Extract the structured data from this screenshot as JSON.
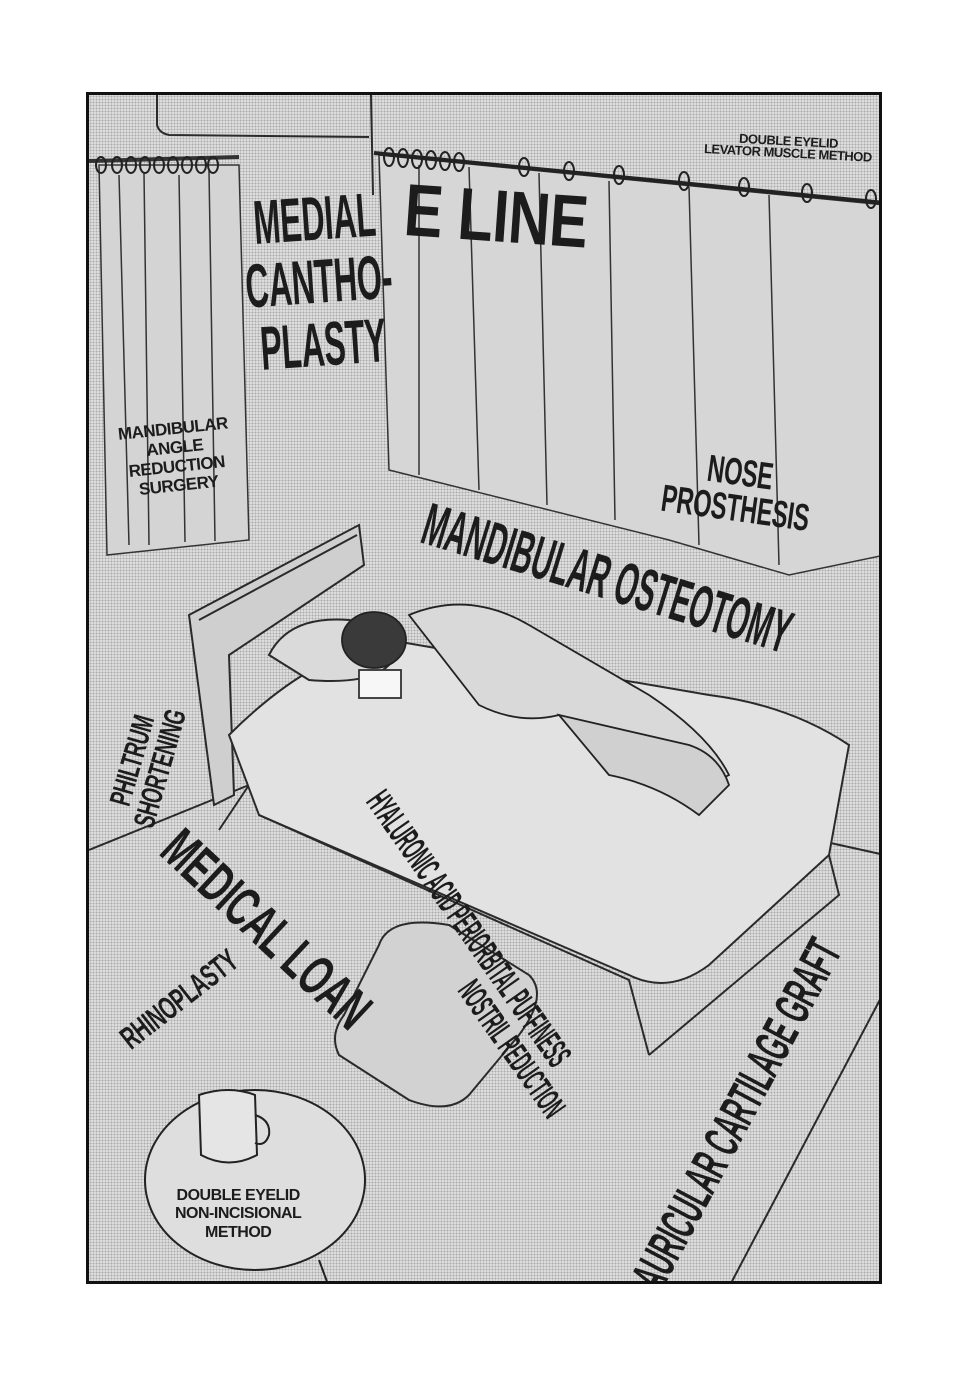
{
  "labels": {
    "double_eyelid_levator": "DOUBLE EYELID\nLEVATOR MUSCLE METHOD",
    "e_line": "E LINE",
    "medial_canthoplasty": "MEDIAL\nCANTHO-\nPLASTY",
    "mandibular_angle_reduction": "MANDIBULAR\nANGLE\nREDUCTION\nSURGERY",
    "nose_prosthesis": "NOSE\nPROSTHESIS",
    "mandibular_osteotomy": "MANDIBULAR OSTEOTOMY",
    "philtrum_shortening": "PHILTRUM\nSHORTENING",
    "hyaluronic_acid": "HYALURONIC ACID PERIORBITAL PUFFINESS",
    "medical_loan": "MEDICAL LOAN",
    "rhinoplasty": "RHINOPLASTY",
    "nostril_reduction": "NOSTRIL REDUCTION",
    "auricular_cartilage_graft": "AURICULAR CARTILAGE GRAFT",
    "double_eyelid_non_incisional": "DOUBLE EYELID\nNON-INCISIONAL\nMETHOD"
  }
}
